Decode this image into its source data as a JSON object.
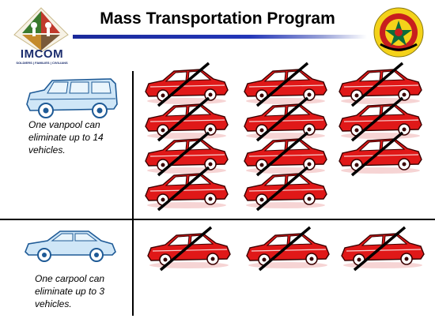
{
  "slide": {
    "title": "Mass Transportation Program",
    "logo_text": "IMCOM",
    "logo_subtext": "SOLDIERS | FAMILIES | CIVILIANS",
    "seal_icon": "army-support-seal-icon",
    "vanpool": {
      "caption": "One vanpool can eliminate up to 14 vehicles.",
      "icon": "van-icon",
      "vehicles_eliminated": 14
    },
    "carpool": {
      "caption": "One carpool can eliminate up to 3 vehicles.",
      "icon": "sedan-icon",
      "vehicles_eliminated": 3
    },
    "colors": {
      "title_rule": "#2336b8",
      "car_body": "#e01818",
      "strike": "#000000",
      "vehicle_outline": "#1e5a96",
      "vehicle_fill": "#cfe6f7"
    }
  }
}
